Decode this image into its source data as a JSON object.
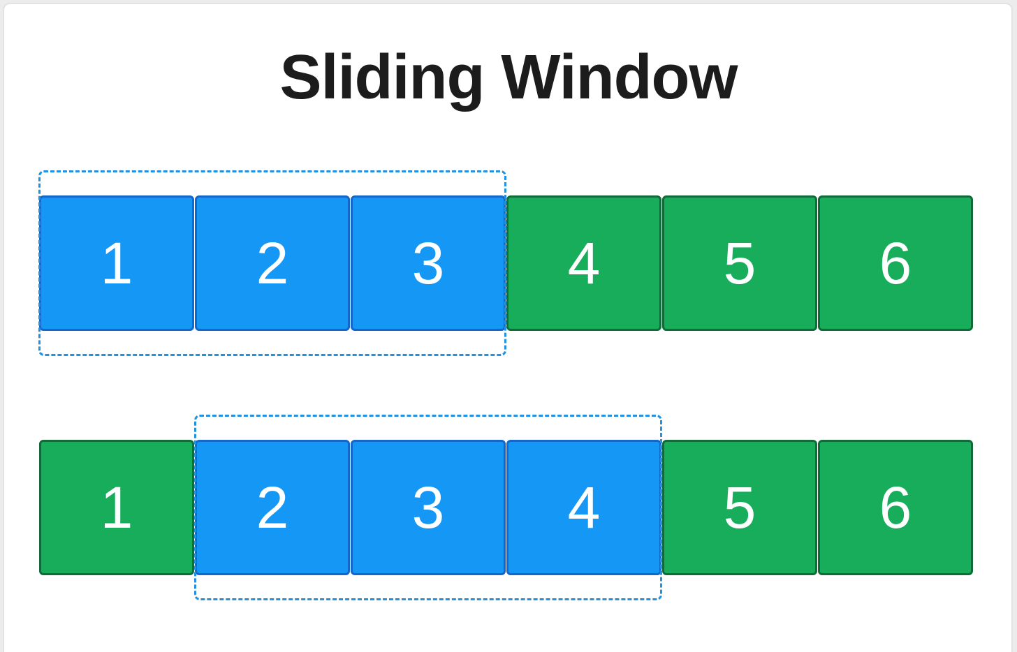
{
  "title": "Sliding Window",
  "colors": {
    "window_fill": "#1497f5",
    "window_border": "#1466c8",
    "outside_fill": "#17ad5b",
    "outside_border": "#0f6b38",
    "dashed_frame": "#2291e0",
    "text": "#ffffff"
  },
  "rows": [
    {
      "cells": [
        {
          "label": "1",
          "in_window": true
        },
        {
          "label": "2",
          "in_window": true
        },
        {
          "label": "3",
          "in_window": true
        },
        {
          "label": "4",
          "in_window": false
        },
        {
          "label": "5",
          "in_window": false
        },
        {
          "label": "6",
          "in_window": false
        }
      ],
      "window": {
        "start": 0,
        "size": 3
      }
    },
    {
      "cells": [
        {
          "label": "1",
          "in_window": false
        },
        {
          "label": "2",
          "in_window": true
        },
        {
          "label": "3",
          "in_window": true
        },
        {
          "label": "4",
          "in_window": true
        },
        {
          "label": "5",
          "in_window": false
        },
        {
          "label": "6",
          "in_window": false
        }
      ],
      "window": {
        "start": 1,
        "size": 3
      }
    }
  ]
}
